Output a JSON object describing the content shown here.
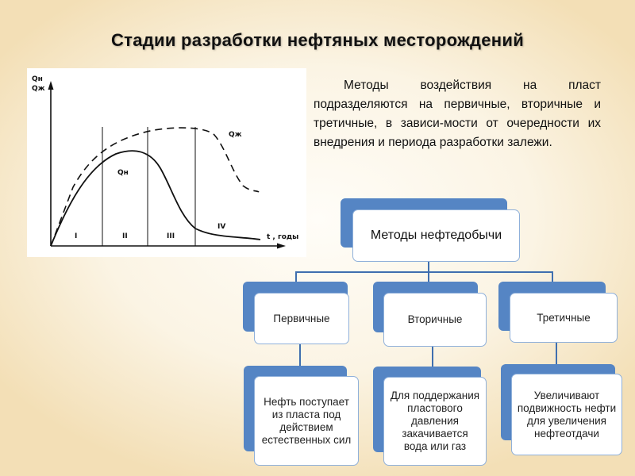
{
  "title": "Стадии разработки нефтяных месторождений",
  "paragraph": "Методы воздействия на пласт подразделяются на первичные, вторичные и третичные, в зависи-мости от очередности их внедрения и периода разработки залежи.",
  "plot": {
    "y_label_line1": "Qн",
    "y_label_line2": "Qж",
    "x_label": "t , годы",
    "curve_liquid_label": "Qж",
    "curve_oil_label": "Qн",
    "stages": [
      "I",
      "II",
      "III",
      "IV"
    ]
  },
  "org_chart": {
    "root": "Методы нефтедобычи",
    "categories": [
      {
        "label": "Первичные",
        "description": "Нефть поступает из пласта под действием естественных сил"
      },
      {
        "label": "Вторичные",
        "description": "Для поддержания пластового давления закачивается вода или газ"
      },
      {
        "label": "Третичные",
        "description": "Увеличивают подвижность нефти для увеличения нефтеотдачи"
      }
    ]
  },
  "colors": {
    "box_shadow": "#5585c4",
    "connector": "#3f6faf",
    "box_border": "#8fb0da"
  }
}
